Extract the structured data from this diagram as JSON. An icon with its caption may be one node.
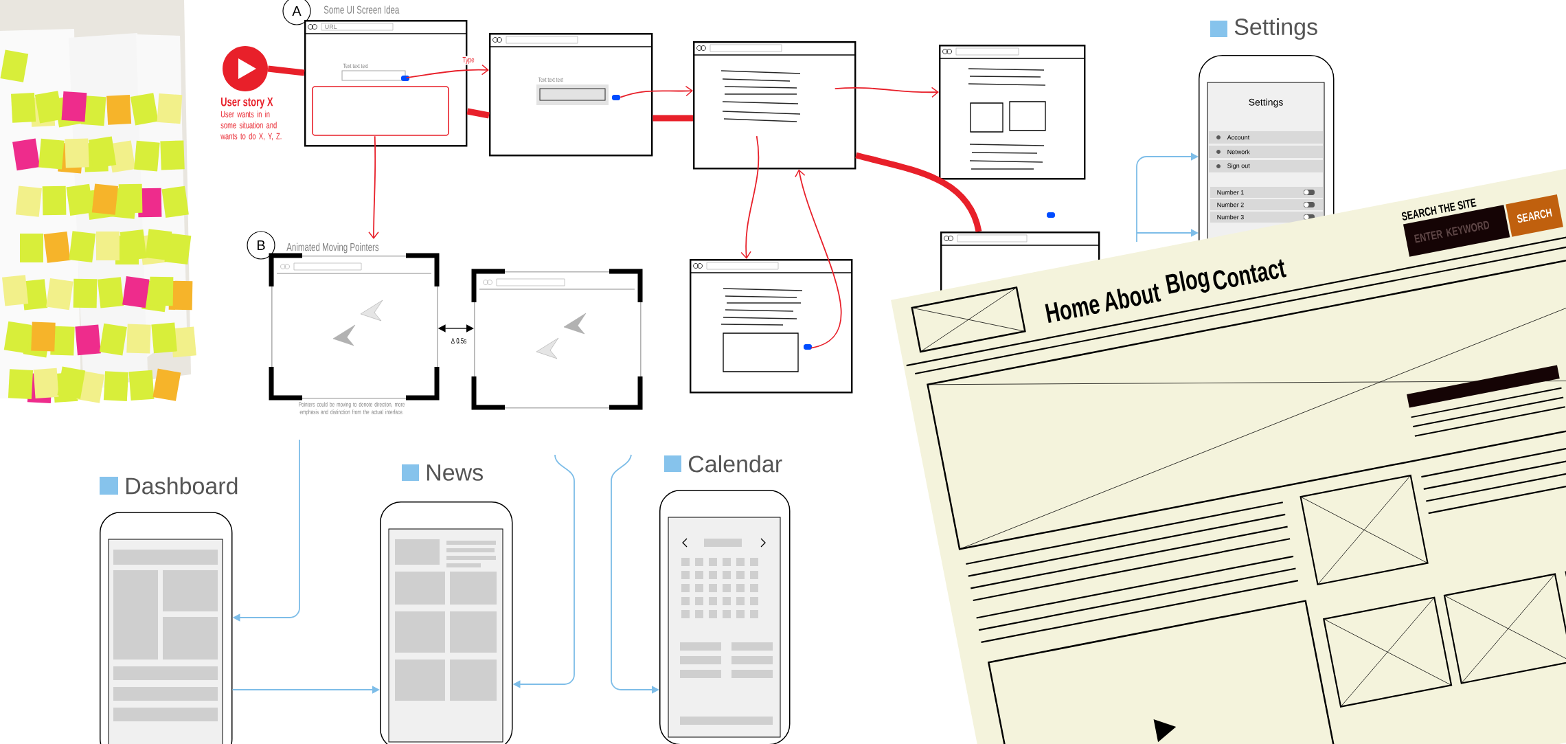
{
  "diagram": {
    "nodes": [
      {
        "text": [],
        "shape": "circle",
        "beside": [
          "User story X",
          "User wants in in some situation and wants to do X, Y, Z."
        ]
      },
      {
        "text": [
          "URL",
          "Text text text"
        ]
      },
      {
        "text": [
          "Text text text"
        ]
      },
      {
        "text": [],
        "shape": "box"
      },
      {
        "text": [],
        "shape": "box"
      },
      {
        "text": [],
        "shape": "box"
      },
      {
        "text": [
          "Animated Moving Pointers"
        ],
        "beside": [
          "Pointers could be moving to denote direction, more emphasis and distinction from the actual interface."
        ]
      },
      {
        "text": [],
        "shape": "box"
      },
      {
        "text": [],
        "shape": "box"
      },
      {
        "text": [
          "Settings",
          "Settings",
          "Account",
          "Network",
          "Sign out",
          "Number 1",
          "Number 2",
          "Number 3"
        ]
      },
      {
        "text": [
          "Dashboard"
        ]
      },
      {
        "text": [
          "News"
        ]
      },
      {
        "text": [
          "Calendar"
        ]
      }
    ],
    "edges": [
      {
        "from": 0,
        "to": 1,
        "arrow": "none",
        "style": "thick"
      },
      {
        "from": 1,
        "to": 2,
        "arrow": "none",
        "style": "thick"
      },
      {
        "from": 1,
        "to": 2,
        "arrow": "to",
        "label": "Type"
      },
      {
        "from": 2,
        "to": 3,
        "arrow": "none",
        "style": "thick"
      },
      {
        "from": 2,
        "to": 3,
        "arrow": "to"
      },
      {
        "from": 3,
        "to": 4,
        "arrow": "to"
      },
      {
        "from": 3,
        "to": 5,
        "arrow": "none",
        "style": "thick"
      },
      {
        "from": 1,
        "to": 6,
        "arrow": "to"
      },
      {
        "from": 3,
        "to": 8,
        "arrow": "to"
      },
      {
        "from": 8,
        "to": 3,
        "arrow": "to"
      },
      {
        "from": 6,
        "to": 7,
        "arrow": "both",
        "label": "Δ 0.5s",
        "color": "#000000"
      },
      {
        "from": null,
        "to": 9,
        "arrow": "to",
        "color": "#7dbde8"
      },
      {
        "from": null,
        "to": 9,
        "arrow": "to",
        "color": "#7dbde8"
      },
      {
        "from": null,
        "to": 10,
        "arrow": "to",
        "color": "#7dbde8"
      },
      {
        "from": 10,
        "to": 11,
        "arrow": "to",
        "color": "#7dbde8"
      },
      {
        "from": null,
        "to": 11,
        "arrow": "to",
        "color": "#7dbde8"
      },
      {
        "from": null,
        "to": 12,
        "arrow": "to",
        "color": "#7dbde8"
      }
    ],
    "labels": [
      "A",
      "Some UI Screen Idea",
      "B",
      "SEARCH THE SITE",
      "ENTER KEYWORD",
      "SEARCH",
      "Home",
      "About",
      "Blog",
      "Contact"
    ]
  }
}
